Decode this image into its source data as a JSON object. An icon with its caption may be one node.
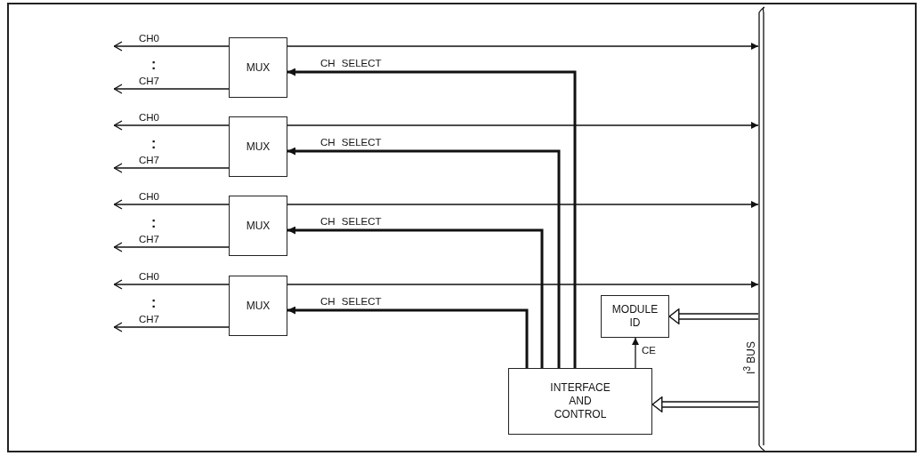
{
  "diagram": {
    "nodes": [
      {
        "text": [
          "MUX"
        ]
      },
      {
        "text": [
          "MUX"
        ]
      },
      {
        "text": [
          "MUX"
        ]
      },
      {
        "text": [
          "MUX"
        ]
      },
      {
        "text": [
          "MODULE ID"
        ]
      },
      {
        "text": [
          "INTERFACE AND CONTROL"
        ]
      },
      {
        "text": [],
        "shape": "bar",
        "beside": [
          "I$^{3}$ BUS"
        ]
      }
    ],
    "edges": [
      {
        "from": 0,
        "to": null,
        "arrow": "to",
        "label": "CH0"
      },
      {
        "from": 0,
        "to": null,
        "arrow": "to",
        "label": "CH7"
      },
      {
        "from": 0,
        "to": 6,
        "arrow": "to"
      },
      {
        "from": 5,
        "to": 0,
        "arrow": "to",
        "label": "CH SELECT",
        "style": "thick"
      },
      {
        "from": 1,
        "to": null,
        "arrow": "to",
        "label": "CH0"
      },
      {
        "from": 1,
        "to": null,
        "arrow": "to",
        "label": "CH7"
      },
      {
        "from": 1,
        "to": 6,
        "arrow": "to"
      },
      {
        "from": 5,
        "to": 1,
        "arrow": "to",
        "label": "CH SELECT",
        "style": "thick"
      },
      {
        "from": 2,
        "to": null,
        "arrow": "to",
        "label": "CH0"
      },
      {
        "from": 2,
        "to": null,
        "arrow": "to",
        "label": "CH7"
      },
      {
        "from": 2,
        "to": 6,
        "arrow": "to"
      },
      {
        "from": 5,
        "to": 2,
        "arrow": "to",
        "label": "CH SELECT",
        "style": "thick"
      },
      {
        "from": 3,
        "to": null,
        "arrow": "to",
        "label": "CH0"
      },
      {
        "from": 3,
        "to": null,
        "arrow": "to",
        "label": "CH7"
      },
      {
        "from": 3,
        "to": 6,
        "arrow": "to"
      },
      {
        "from": 5,
        "to": 3,
        "arrow": "to",
        "label": "CH SELECT",
        "style": "thick"
      },
      {
        "from": 5,
        "to": 4,
        "arrow": "to",
        "label": "CE"
      },
      {
        "from": 6,
        "to": 4,
        "arrow": "to"
      },
      {
        "from": 6,
        "to": 5,
        "arrow": "to"
      }
    ],
    "labels": [
      ":",
      ":",
      ":",
      ":"
    ]
  }
}
